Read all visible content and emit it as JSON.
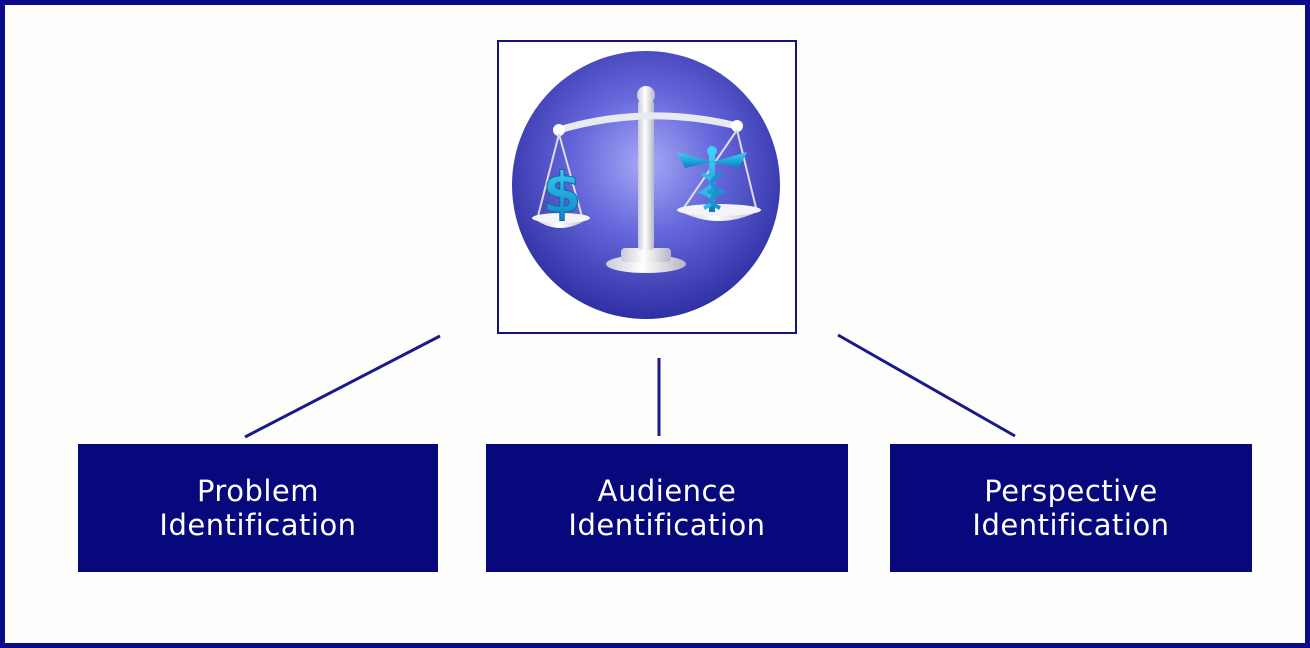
{
  "colors": {
    "frame_border": "#0b0b8a",
    "box_fill": "#08087d",
    "box_text": "#ffffff",
    "connector": "#1a1a8a",
    "circle_center": "#8d8ff0",
    "circle_edge": "#2d2fa6"
  },
  "icon": {
    "name": "scales-of-justice-icon",
    "left_pan_symbol": "$",
    "right_pan_symbol_name": "caduceus-icon"
  },
  "boxes": [
    {
      "line1": "Problem",
      "line2": "Identification"
    },
    {
      "line1": "Audience",
      "line2": "Identification"
    },
    {
      "line1": "Perspective",
      "line2": "Identification"
    }
  ]
}
